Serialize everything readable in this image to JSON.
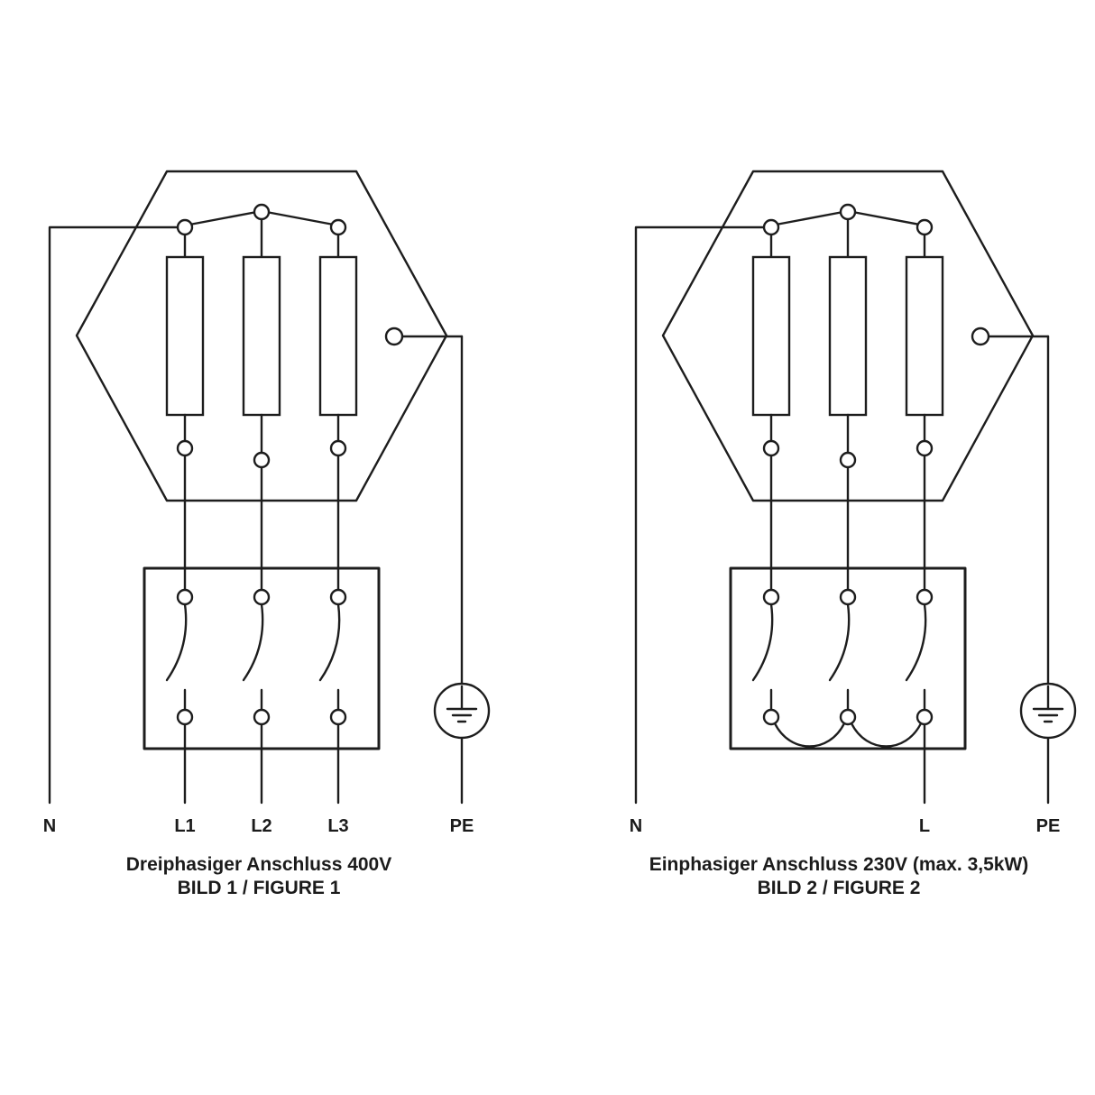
{
  "page": {
    "background_color": "#ffffff",
    "line_color": "#1d1d1d"
  },
  "figure1": {
    "caption_line1": "Dreiphasiger Anschluss 400V",
    "caption_line2": "BILD 1 / FIGURE 1",
    "terminals": {
      "n": "N",
      "l1": "L1",
      "l2": "L2",
      "l3": "L3",
      "pe": "PE"
    }
  },
  "figure2": {
    "caption_line1": "Einphasiger Anschluss 230V (max. 3,5kW)",
    "caption_line2": "BILD 2 / FIGURE 2",
    "terminals": {
      "n": "N",
      "l": "L",
      "pe": "PE"
    }
  }
}
